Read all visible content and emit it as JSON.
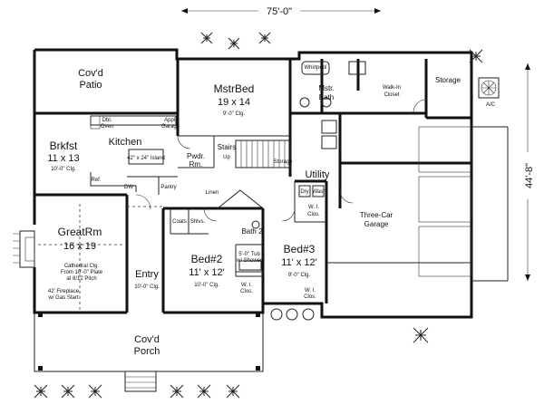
{
  "dimensions": {
    "width": "75'-0\"",
    "depth": "44'-8\""
  },
  "rooms": {
    "covd_patio": {
      "line1": "Cov'd",
      "line2": "Patio"
    },
    "mstr_bed": {
      "name": "MstrBed",
      "size": "19 x 14",
      "ceiling": "9'-0\" Clg."
    },
    "mstr_bath": {
      "line1": "Mstr.",
      "line2": "Bath"
    },
    "walkin_closet": {
      "line1": "Walk-In",
      "line2": "Closet"
    },
    "storage": {
      "name": "Storage"
    },
    "whirlpool": {
      "name": "Whirlpool"
    },
    "brkfst": {
      "name": "Brkfst",
      "size": "11 x 13",
      "ceiling": "10'-0\" Clg."
    },
    "kitchen": {
      "name": "Kitchen",
      "island": "42\" x 24\" Island"
    },
    "pwdr": {
      "line1": "Pwdr.",
      "line2": "Rm."
    },
    "pantry": {
      "name": "Pantry"
    },
    "stairs": {
      "name": "Stairs",
      "dir": "Up"
    },
    "storage_small": {
      "name": "Storage"
    },
    "utility": {
      "name": "Utility"
    },
    "dry": {
      "name": "Dry"
    },
    "wash": {
      "name": "Wash"
    },
    "garage": {
      "line1": "Three-Car",
      "line2": "Garage"
    },
    "greatrm": {
      "name": "GreatRm",
      "size": "16 x 19",
      "note1": "Cathedral Clg.",
      "note2": "From 10'-0\" Plate",
      "note3": "at 8/12 Pitch"
    },
    "fireplace": {
      "line1": "42' Fireplace",
      "line2": "w/ Gas Start"
    },
    "entry": {
      "name": "Entry",
      "ceiling": "10'-0\" Clg."
    },
    "bath2": {
      "name": "Bath 2",
      "tub1": "5'-0\" Tub",
      "tub2": "w/ Shower"
    },
    "bed2": {
      "name": "Bed#2",
      "size": "11' x 12'",
      "ceiling": "10'-0\" Clg."
    },
    "bed3": {
      "name": "Bed#3",
      "size": "11' x 12'",
      "ceiling": "9'-0\" Clg."
    },
    "covd_porch": {
      "line1": "Cov'd",
      "line2": "Porch"
    },
    "coats": {
      "name": "Coats"
    },
    "shlvs": {
      "name": "Shlvs."
    },
    "wi_clos_a": {
      "line1": "W. I.",
      "line2": "Clos."
    },
    "wi_clos_b": {
      "line1": "W. I.",
      "line2": "Clos."
    },
    "wi_clos_c": {
      "line1": "W. I.",
      "line2": "Clos."
    },
    "ac": {
      "name": "A/C"
    },
    "dbl_oven": {
      "line1": "Dbl.",
      "line2": "Oven"
    },
    "appl_garage": {
      "line1": "Appl.",
      "line2": "Garage"
    },
    "ref": {
      "name": "Ref."
    },
    "dw": {
      "name": "DW"
    },
    "linen": {
      "name": "Linen"
    }
  }
}
